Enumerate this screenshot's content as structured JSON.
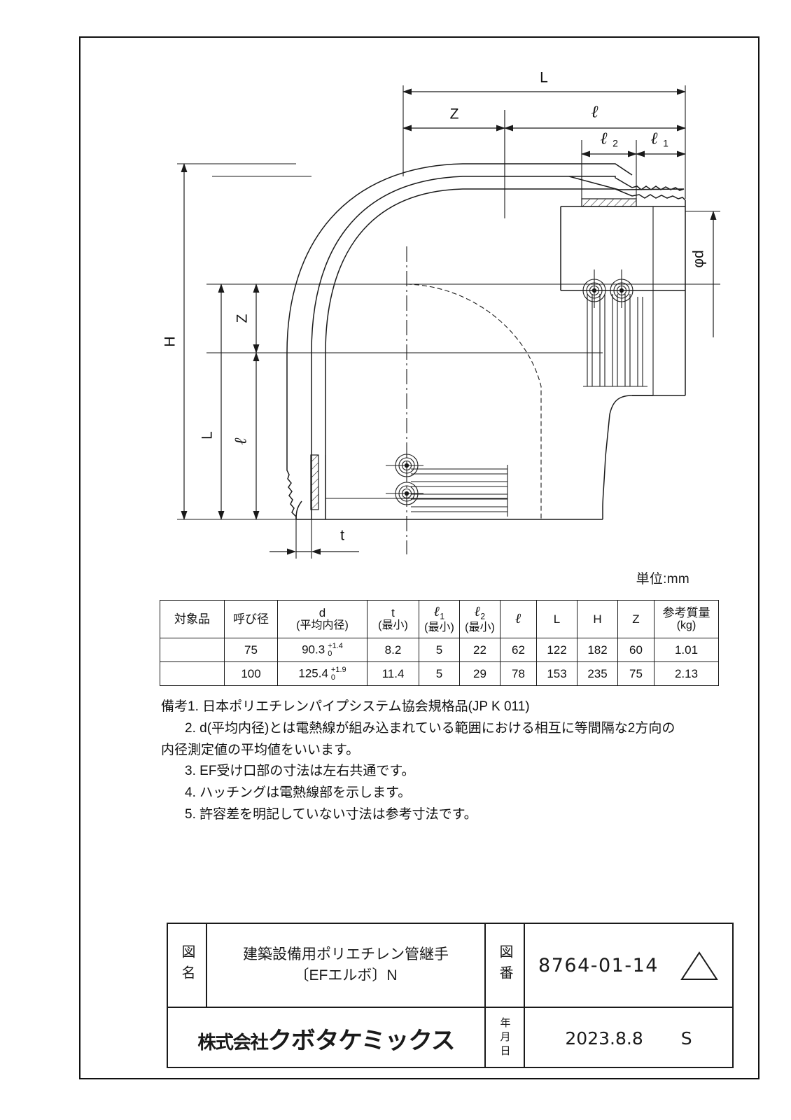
{
  "sheet": {
    "units_note": "単位:mm"
  },
  "drawing": {
    "dimensions": {
      "L_top": "L",
      "Z_top": "Z",
      "l_top": "ℓ",
      "l2_top": "ℓ",
      "l2_sub": "2",
      "l1_top": "ℓ",
      "l1_sub": "1",
      "H_left": "H",
      "L_left": "L",
      "Z_left": "Z",
      "l_left": "ℓ",
      "phi_d": "φd",
      "t_bottom": "t"
    }
  },
  "table": {
    "headers": [
      {
        "line1": "対象品",
        "line2": ""
      },
      {
        "line1": "呼び径",
        "line2": ""
      },
      {
        "line1": "d",
        "line2": "(平均内径)"
      },
      {
        "line1": "t",
        "line2": "(最小)"
      },
      {
        "line1": "ℓ1",
        "line2": "(最小)"
      },
      {
        "line1": "ℓ2",
        "line2": "(最小)"
      },
      {
        "line1": "ℓ",
        "line2": ""
      },
      {
        "line1": "L",
        "line2": ""
      },
      {
        "line1": "H",
        "line2": ""
      },
      {
        "line1": "Z",
        "line2": ""
      },
      {
        "line1": "参考質量",
        "line2": "(kg)"
      }
    ],
    "rows": [
      {
        "target": "",
        "nominal": "75",
        "d": "90.3",
        "d_tol_plus": "+1.4",
        "d_tol_minus": "0",
        "t": "8.2",
        "l1": "5",
        "l2": "22",
        "l": "62",
        "L": "122",
        "H": "182",
        "Z": "60",
        "weight": "1.01"
      },
      {
        "target": "",
        "nominal": "100",
        "d": "125.4",
        "d_tol_plus": "+1.9",
        "d_tol_minus": "0",
        "t": "11.4",
        "l1": "5",
        "l2": "29",
        "l": "78",
        "L": "153",
        "H": "235",
        "Z": "75",
        "weight": "2.13"
      }
    ]
  },
  "remarks": {
    "label": "備考",
    "items": [
      {
        "num": "1.",
        "text": "日本ポリエチレンパイプシステム協会規格品(JP K 011)",
        "cont": ""
      },
      {
        "num": "2.",
        "text": "d(平均内径)とは電熱線が組み込まれている範囲における相互に等間隔な2方向の",
        "cont": "内径測定値の平均値をいいます。"
      },
      {
        "num": "3.",
        "text": "EF受け口部の寸法は左右共通です。",
        "cont": ""
      },
      {
        "num": "4.",
        "text": "ハッチングは電熱線部を示します。",
        "cont": ""
      },
      {
        "num": "5.",
        "text": "許容差を明記していない寸法は参考寸法です。",
        "cont": ""
      }
    ]
  },
  "title_block": {
    "name_label": "図名",
    "name_line1": "建築設備用ポリエチレン管継手",
    "name_line2": "〔EFエルボ〕N",
    "number_label": "図番",
    "number": "8764-01-14",
    "revision_mark": "triangle",
    "company_prefix": "株式会社",
    "company_name": "クボタケミックス",
    "date_label": "年月日",
    "date": "2023.8.8",
    "initials": "S"
  }
}
